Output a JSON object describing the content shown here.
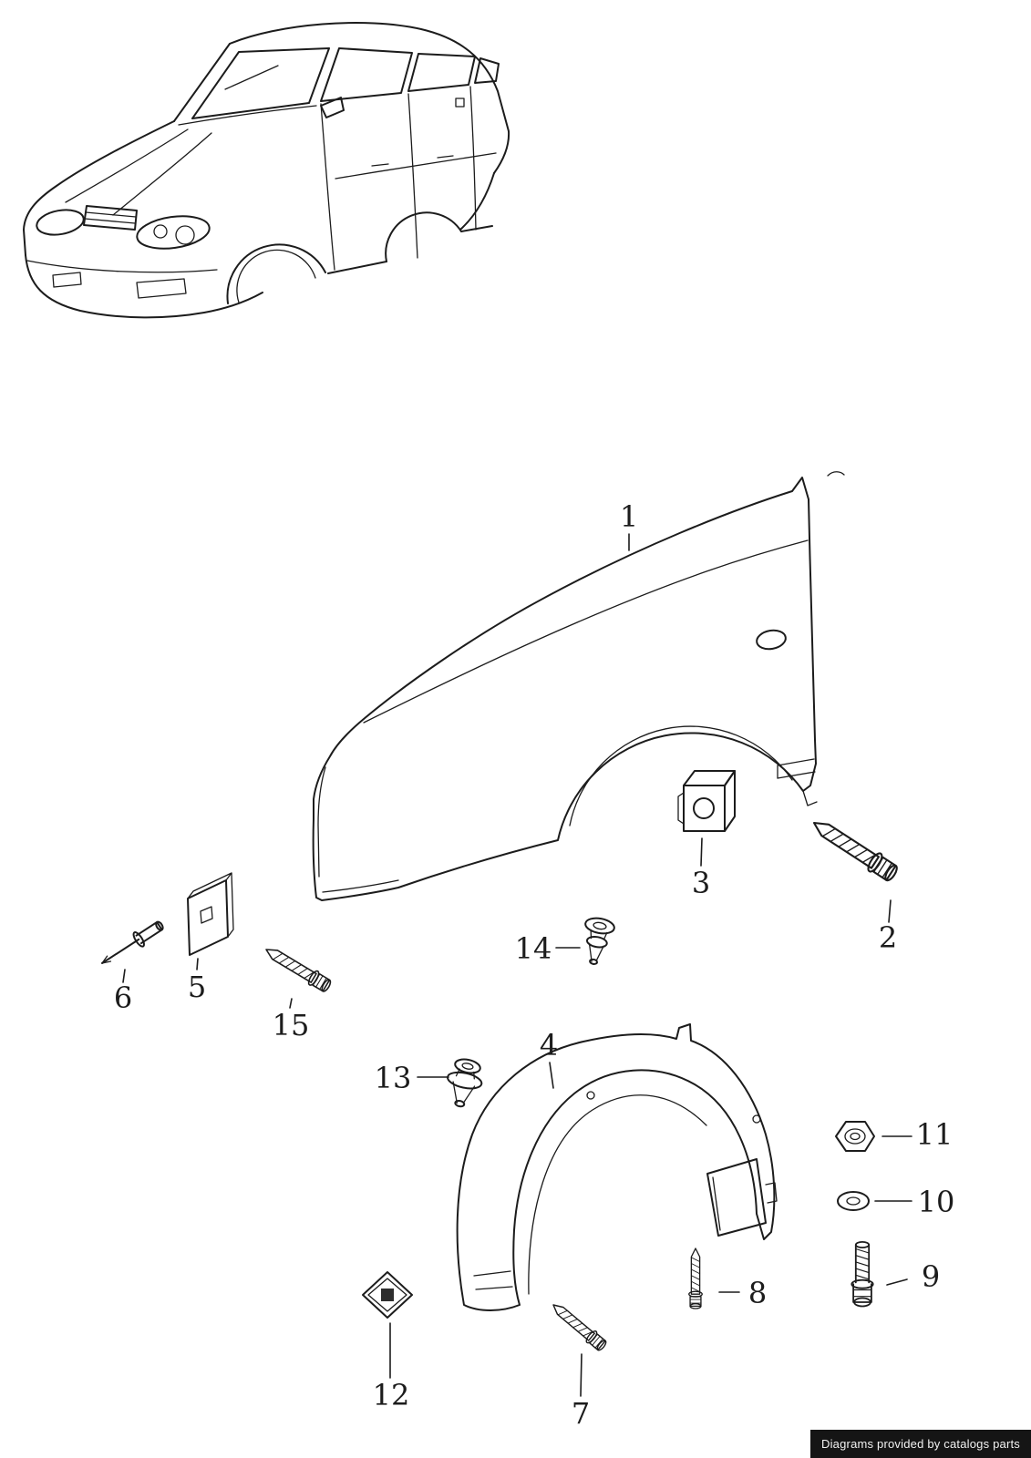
{
  "colors": {
    "paper": "#ffffff",
    "ink": "#1c1c1c",
    "badge-bg": "#151515",
    "badge-text": "#f2f2f2"
  },
  "badge": {
    "text": "Diagrams provided by catalogs parts"
  },
  "callouts": [
    {
      "label": "1"
    },
    {
      "label": "2"
    },
    {
      "label": "3"
    },
    {
      "label": "4"
    },
    {
      "label": "5"
    },
    {
      "label": "6"
    },
    {
      "label": "7"
    },
    {
      "label": "8"
    },
    {
      "label": "9"
    },
    {
      "label": "10"
    },
    {
      "label": "11"
    },
    {
      "label": "12"
    },
    {
      "label": "13"
    },
    {
      "label": "14"
    },
    {
      "label": "15"
    }
  ]
}
